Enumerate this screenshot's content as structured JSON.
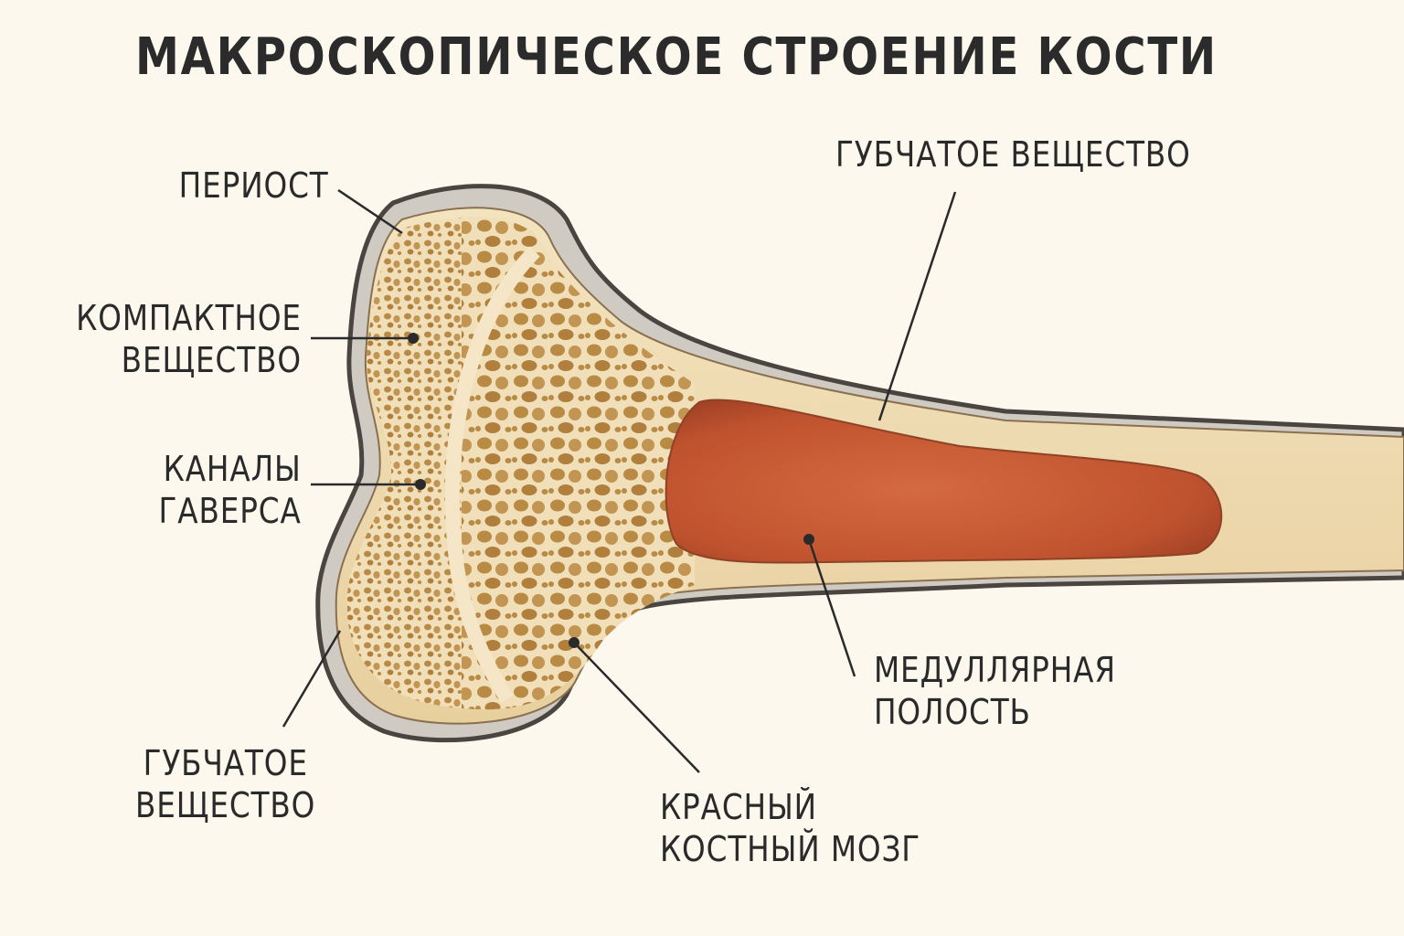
{
  "title": "МАКРОСКОПИЧЕСКОЕ СТРОЕНИЕ КОСТИ",
  "labels": {
    "periosteum": {
      "lines": [
        "ПЕРИОСТ"
      ]
    },
    "compact_bone": {
      "lines": [
        "КОМПАКТНОЕ",
        "ВЕЩЕСТВО"
      ]
    },
    "haversian_canals": {
      "lines": [
        "КАНАЛЫ",
        "ГАВЕРСА"
      ]
    },
    "spongy_bone_left": {
      "lines": [
        "ГУБЧАТОЕ",
        "ВЕЩЕСТВО"
      ]
    },
    "spongy_bone_top": {
      "lines": [
        "ГУБЧАТОЕ ВЕЩЕСТВО"
      ]
    },
    "medullary_cavity": {
      "lines": [
        "МЕДУЛЛЯРНАЯ",
        "ПОЛОСТЬ"
      ]
    },
    "red_bone_marrow": {
      "lines": [
        "КРАСНЫЙ",
        "КОСТНЫЙ МОЗГ"
      ]
    }
  },
  "colors": {
    "background": "#fcf8ee",
    "periosteum": "#cfcbc2",
    "outline": "#4a4540",
    "bone": "#f0dfb8",
    "spongy_holes": "#b88a45",
    "medullary": "#c0532f",
    "label_text": "#2a2a2a"
  }
}
